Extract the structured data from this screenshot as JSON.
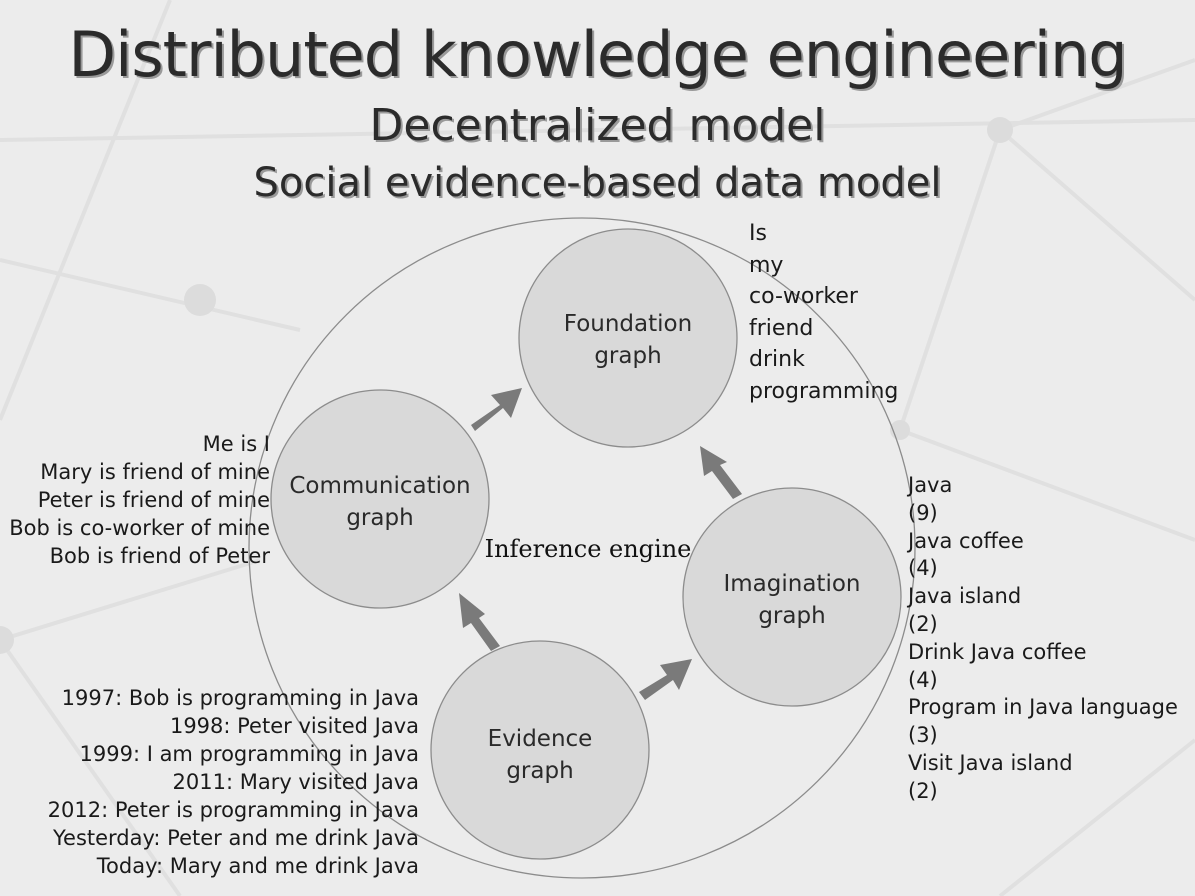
{
  "title": "Distributed knowledge engineering",
  "subtitle_1": "Decentralized model",
  "subtitle_2": "Social evidence-based data model",
  "nodes": {
    "foundation": {
      "line1": "Foundation",
      "line2": "graph"
    },
    "communication": {
      "line1": "Communication",
      "line2": "graph"
    },
    "imagination": {
      "line1": "Imagination",
      "line2": "graph"
    },
    "evidence": {
      "line1": "Evidence",
      "line2": "graph"
    }
  },
  "engine_label": "Inference  engine",
  "foundation_terms": [
    "Is",
    "my",
    "co-worker",
    "friend",
    "drink",
    "programming"
  ],
  "communication_statements": [
    "Me is I",
    "Mary is friend of mine",
    "Peter is friend of mine",
    "Bob is co-worker of mine",
    "Bob is friend of Peter"
  ],
  "evidence_events": [
    "1997: Bob is programming in Java",
    "1998: Peter visited Java",
    "1999: I am programming in Java",
    "2011: Mary visited Java",
    "2012: Peter is programming in Java",
    "Yesterday: Peter and me drink Java",
    "Today: Mary and me drink Java"
  ],
  "imagination_terms": [
    {
      "term": "Java",
      "count": "(9)"
    },
    {
      "term": "Java coffee",
      "count": "(4)"
    },
    {
      "term": "Java island",
      "count": "(2)"
    },
    {
      "term": "Drink Java coffee",
      "count": "(4)"
    },
    {
      "term": "Program in Java language",
      "count": "(3)"
    },
    {
      "term": "Visit Java island",
      "count": "(2)"
    }
  ],
  "colors": {
    "background": "#ececec",
    "node_fill": "#d9d9d9",
    "node_stroke": "#8c8c8c",
    "arrow": "#7a7a7a"
  }
}
